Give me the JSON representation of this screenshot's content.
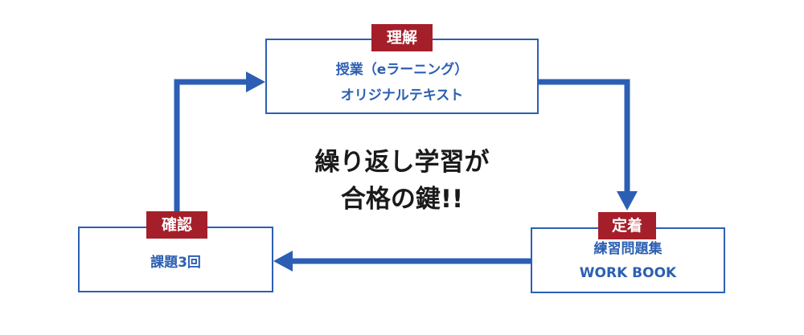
{
  "colors": {
    "accent_blue": "#2c5fb3",
    "tag_red": "#a51f2a",
    "text_dark": "#1a1a1a"
  },
  "center": {
    "line1": "繰り返し学習が",
    "line2": "合格の鍵!!"
  },
  "stages": {
    "understand": {
      "tag": "理解",
      "line1": "授業（eラーニング）",
      "line2": "オリジナルテキスト"
    },
    "retain": {
      "tag": "定着",
      "line1": "練習問題集",
      "line2": "WORK BOOK"
    },
    "confirm": {
      "tag": "確認",
      "line1": "課題3回"
    }
  }
}
